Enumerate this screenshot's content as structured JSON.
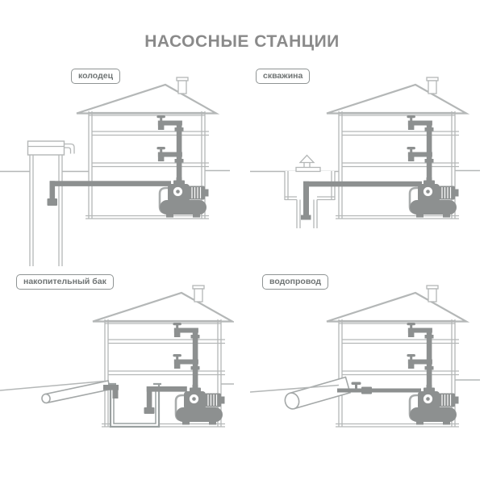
{
  "title": "НАСОСНЫЕ СТАНЦИИ",
  "colors": {
    "title_text": "#8a8a8a",
    "outline_gray": "#b4b7b7",
    "pipe_gray": "#8d9090",
    "bypass_gray": "#a9acac",
    "label_text": "#6f7474",
    "label_border": "#8f9494",
    "background": "#ffffff"
  },
  "panels": [
    {
      "id": "well",
      "label": "колодец"
    },
    {
      "id": "borehole",
      "label": "скважина"
    },
    {
      "id": "storage-tank",
      "label": "накопительный бак"
    },
    {
      "id": "water-main",
      "label": "водопровод"
    }
  ]
}
